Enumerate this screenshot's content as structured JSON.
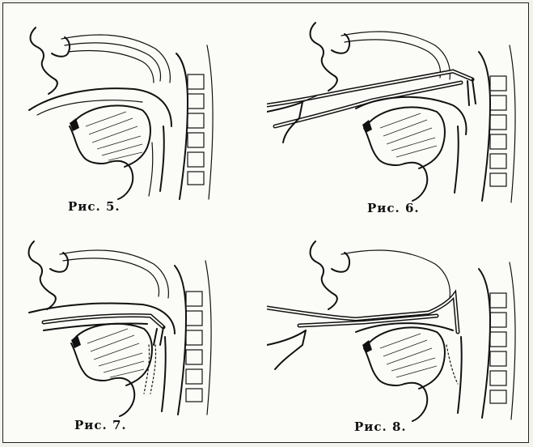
{
  "figures": [
    {
      "id": "fig5",
      "caption": "Рис. 5."
    },
    {
      "id": "fig6",
      "caption": "Рис. 6."
    },
    {
      "id": "fig7",
      "caption": "Рис. 7."
    },
    {
      "id": "fig8",
      "caption": "Рис. 8."
    }
  ]
}
